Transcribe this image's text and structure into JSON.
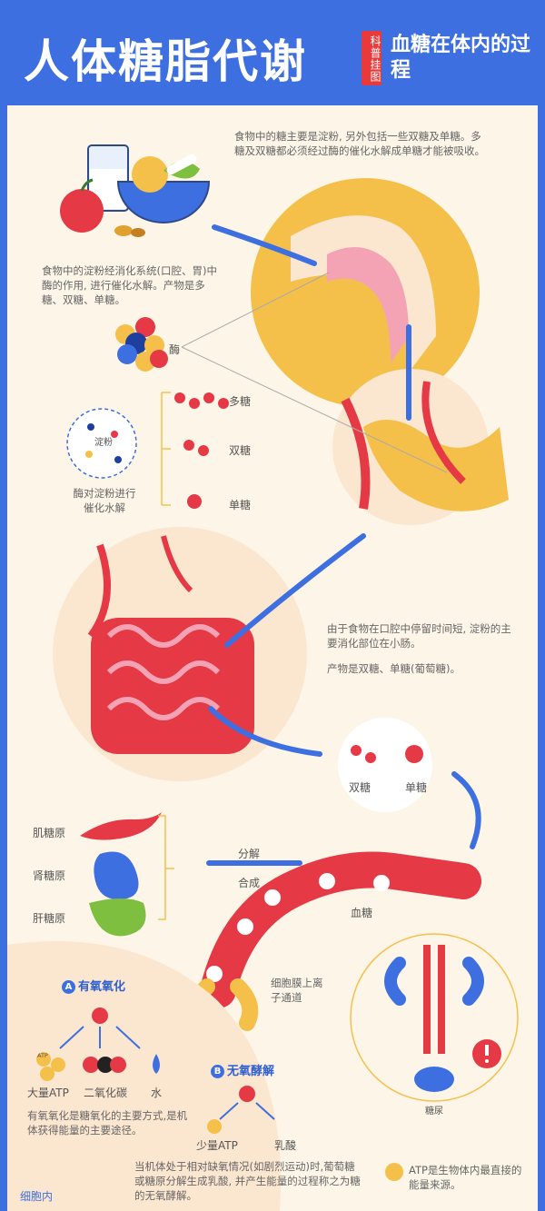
{
  "header": {
    "title": "人体糖脂代谢",
    "badge": "科普挂图",
    "subtitle": "血糖在体内的过程"
  },
  "texts": {
    "food_intro": "食物中的糖主要是淀粉, 另外包括一些双糖及单糖。多糖及双糖都必须经过酶的催化水解成单糖才能被吸收。",
    "digest": "食物中的淀粉经消化系统(口腔、胃)中酶的作用, 进行催化水解。产物是多糖、双糖、单糖。",
    "enzyme": "酶",
    "polysaccharide": "多糖",
    "disaccharide": "双糖",
    "monosaccharide": "单糖",
    "starch": "淀粉",
    "enzyme_hydrolysis": "酶对淀粉进行催化水解",
    "intestine_1": "由于食物在口腔中停留时间短, 淀粉的主要消化部位在小肠。",
    "intestine_2": "产物是双糖、单糖(葡萄糖)。",
    "product_disaccharide": "双糖",
    "product_monosaccharide": "单糖",
    "muscle_glycogen": "肌糖原",
    "kidney_glycogen": "肾糖原",
    "liver_glycogen": "肝糖原",
    "decompose": "分解",
    "synthesize": "合成",
    "blood_sugar": "血糖",
    "ion_channel": "细胞膜上离子通道",
    "diabetes": "糖尿",
    "aerobic_badge": "A",
    "aerobic_title": "有氧氧化",
    "atp_mark": "ATP",
    "much_atp": "大量ATP",
    "co2": "二氧化碳",
    "water": "水",
    "aerobic_desc": "有氧氧化是糖氧化的主要方式,是机体获得能量的主要途径。",
    "anaerobic_badge": "B",
    "anaerobic_title": "无氧酵解",
    "little_atp": "少量ATP",
    "lactic_acid": "乳酸",
    "anaerobic_desc": "当机体处于相对缺氧情况(如剧烈运动)时,葡萄糖或糖原分解生成乳酸, 并产生能量的过程称之为糖的无氧酵解。",
    "atp_desc": "ATP是生物体内最直接的能量来源。",
    "inside_cell": "细胞内"
  },
  "colors": {
    "primary_blue": "#3d6fe0",
    "red": "#e63946",
    "yellow": "#f5c04a",
    "cream": "#fdf6e8",
    "pink": "#f4a3b4"
  }
}
